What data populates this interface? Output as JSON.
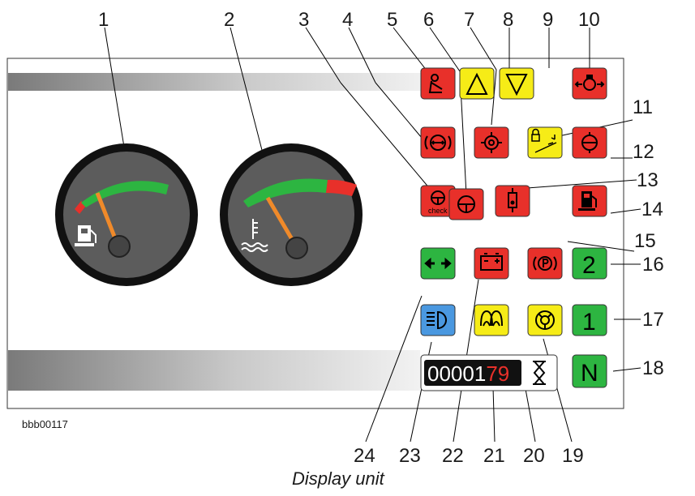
{
  "callouts": [
    "1",
    "2",
    "3",
    "4",
    "5",
    "6",
    "7",
    "8",
    "9",
    "10",
    "11",
    "12",
    "13",
    "14",
    "15",
    "16",
    "17",
    "18",
    "19",
    "20",
    "21",
    "22",
    "23",
    "24"
  ],
  "gears": {
    "second": "2",
    "first": "1",
    "neutral": "N"
  },
  "hour_meter": {
    "digits_white": "00001",
    "digits_red": "79"
  },
  "check_label": "check",
  "figure_ref": "bbb00117",
  "caption": "Display unit",
  "colors": {
    "red": "#e8302a",
    "yellow": "#f6ec17",
    "green": "#2db541",
    "blue": "#4a98e0",
    "gauge_face": "#5c5c5c",
    "gauge_rim": "#111111"
  },
  "icons": [
    "fuel-gauge-icon",
    "coolant-temp-gauge-icon",
    "steering-check-icon",
    "brake-icon",
    "seat-belt-icon",
    "steering-icon",
    "engine-oil-icon",
    "arrow-up-icon",
    "arrow-down-icon",
    "oil-pressure-icon",
    "lock-icon",
    "transmission-icon",
    "hydraulic-icon",
    "fuel-icon",
    "parking-brake-icon",
    "battery-icon",
    "glow-plug-icon",
    "trailer-brake-icon",
    "headlight-icon",
    "turn-signal-icon",
    "hourglass-icon"
  ]
}
